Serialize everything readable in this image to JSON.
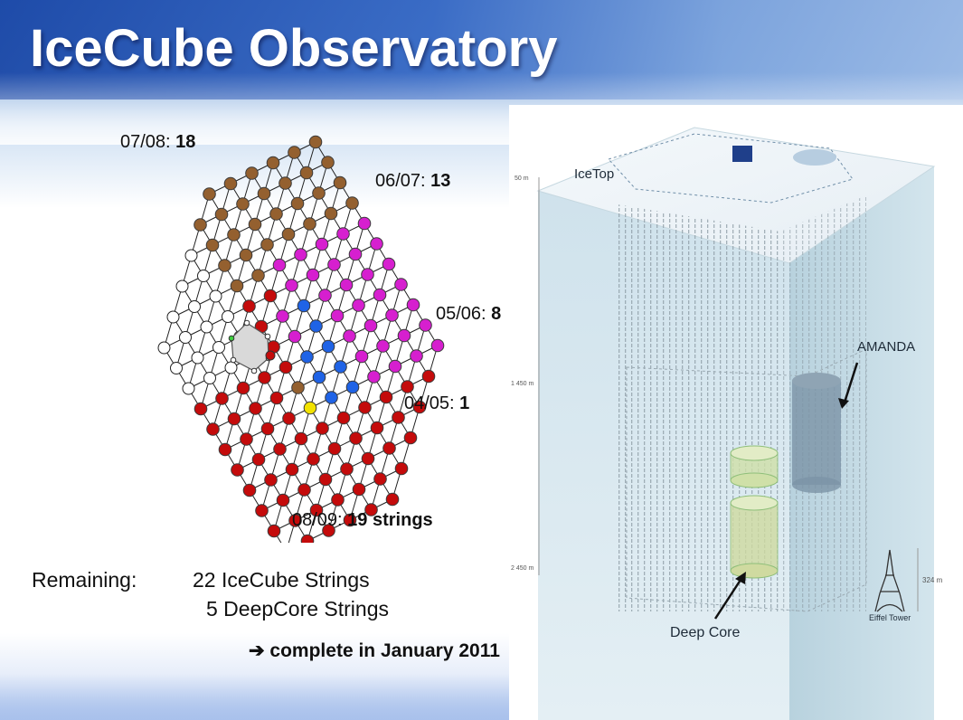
{
  "title": "IceCube Observatory",
  "season_labels": [
    {
      "season": "07/08:",
      "count": "18"
    },
    {
      "season": "06/07:",
      "count": "13"
    },
    {
      "season": "05/06:",
      "count": "8"
    },
    {
      "season": "04/05:",
      "count": "1"
    },
    {
      "season": "08/09:",
      "count": "19 strings"
    }
  ],
  "remaining": {
    "label": "Remaining:",
    "icecube": "22 IceCube Strings",
    "deepcore": "5 DeepCore Strings"
  },
  "completion": "➔ complete in January 2011",
  "detector": {
    "icetop": "IceTop",
    "amanda": "AMANDA",
    "deep_core": "Deep Core",
    "eiffel": "Eiffel Tower",
    "depth_50": "50 m",
    "depth_1450": "1 450 m",
    "depth_2450": "2 450 m",
    "height_324": "324 m"
  },
  "colors": {
    "season_04_05": "#f2e200",
    "season_05_06": "#1f63e6",
    "season_06_07": "#d61fcf",
    "season_07_08": "#94602f",
    "season_08_09": "#c40b0b",
    "remaining": "#ffffff"
  }
}
